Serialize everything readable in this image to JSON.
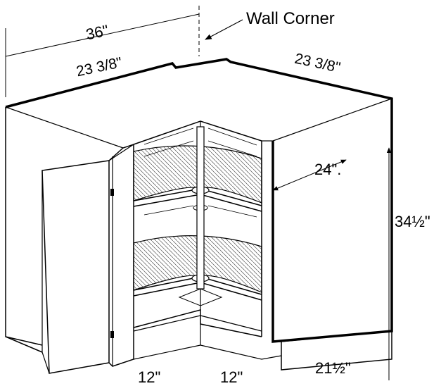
{
  "diagram": {
    "wall_corner_label": "Wall Corner",
    "overall_width": "36\"",
    "left_side_depth": "23 3/8\"",
    "right_side_depth": "23 3/8\"",
    "interior_depth": "24\".",
    "height": "34½\"",
    "front_left": "12\"",
    "front_right": "12\"",
    "side_depth": "21½\""
  },
  "colors": {
    "line": "#000000",
    "shelf_gray": "#d9d9d9",
    "background": "#ffffff"
  }
}
